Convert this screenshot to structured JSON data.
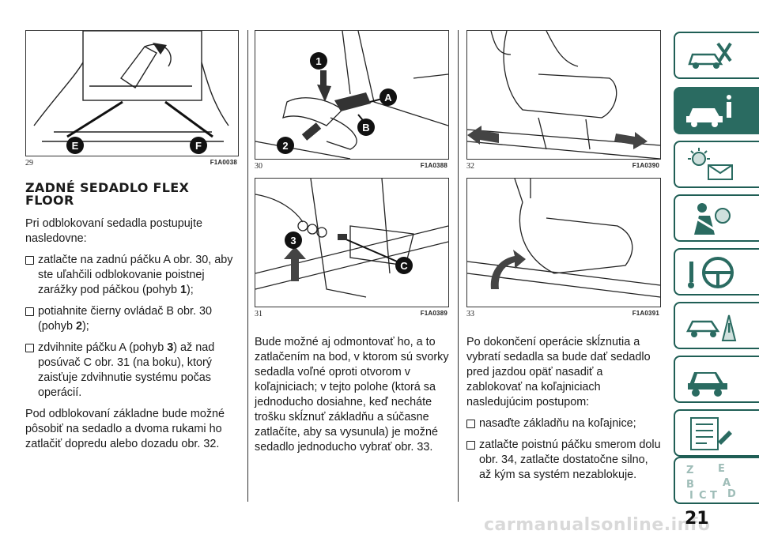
{
  "figures": [
    {
      "number": "29",
      "code": "F1A0038",
      "callouts": [
        "E",
        "F"
      ]
    },
    {
      "number": "30",
      "code": "F1A0388",
      "callouts": [
        "1",
        "2",
        "A",
        "B"
      ]
    },
    {
      "number": "31",
      "code": "F1A0389",
      "callouts": [
        "3",
        "C"
      ]
    },
    {
      "number": "32",
      "code": "F1A0390",
      "callouts": []
    },
    {
      "number": "33",
      "code": "F1A0391",
      "callouts": []
    }
  ],
  "section": {
    "title_line1": "ZADNÉ SEDADLO FLEX",
    "title_line2": "FLOOR",
    "intro": "Pri odblokovaní sedadla postupujte nasledovne:",
    "bullets": [
      {
        "pre": "zatlačte na zadnú páčku A obr. 30, aby ste uľahčili odblokovanie poistnej zarážky pod páčkou (pohyb ",
        "strong": "1",
        "post": ");"
      },
      {
        "pre": "potiahnite čierny ovládač B obr. 30 (pohyb ",
        "strong": "2",
        "post": ");"
      },
      {
        "pre": "zdvihnite páčku A (pohyb ",
        "strong": "3",
        "post": ") až nad posúvač C obr. 31 (na boku), ktorý zaisťuje zdvihnutie systému počas operácií."
      }
    ],
    "closing": "Pod odblokovaní základne bude možné pôsobiť na sedadlo a dvoma rukami ho zatlačiť dopredu alebo dozadu obr. 32."
  },
  "col2_text": "Bude možné aj odmontovať ho, a to zatlačením na bod, v ktorom sú svorky sedadla voľné oproti otvorom v koľajniciach; v tejto polohe (ktorá sa jednoducho dosiahne, keď necháte trošku skĺznuť základňu a súčasne zatlačíte, aby sa vysunula) je možné sedadlo jednoducho vybrať obr. 33.",
  "col3": {
    "intro": "Po dokončení operácie skĺznutia a vybratí sedadla sa bude dať sedadlo pred jazdou opäť nasadiť a zablokovať na koľajniciach nasledujúcim postupom:",
    "bullets": [
      "nasaďte základňu na koľajnice;",
      "zatlačte poistnú páčku smerom dolu obr. 34, zatlačte dostatočne silno, až kým sa systém nezablokuje."
    ]
  },
  "sidebar": {
    "tabs": [
      {
        "icon": "car-tools-icon",
        "active": false
      },
      {
        "icon": "car-info-icon",
        "active": true
      },
      {
        "icon": "warning-lights-icon",
        "active": false
      },
      {
        "icon": "airbag-icon",
        "active": false
      },
      {
        "icon": "steering-wheel-icon",
        "active": false
      },
      {
        "icon": "car-breakdown-icon",
        "active": false
      },
      {
        "icon": "car-service-icon",
        "active": false
      },
      {
        "icon": "specifications-icon",
        "active": false
      },
      {
        "icon": "index-icon",
        "active": false
      }
    ],
    "accent_color": "#2a6b61",
    "index_letters": [
      "Z",
      "E",
      "B",
      "A",
      "I",
      "C",
      "T",
      "D"
    ]
  },
  "page_number": "21",
  "watermark": "carmanualsonline.info"
}
